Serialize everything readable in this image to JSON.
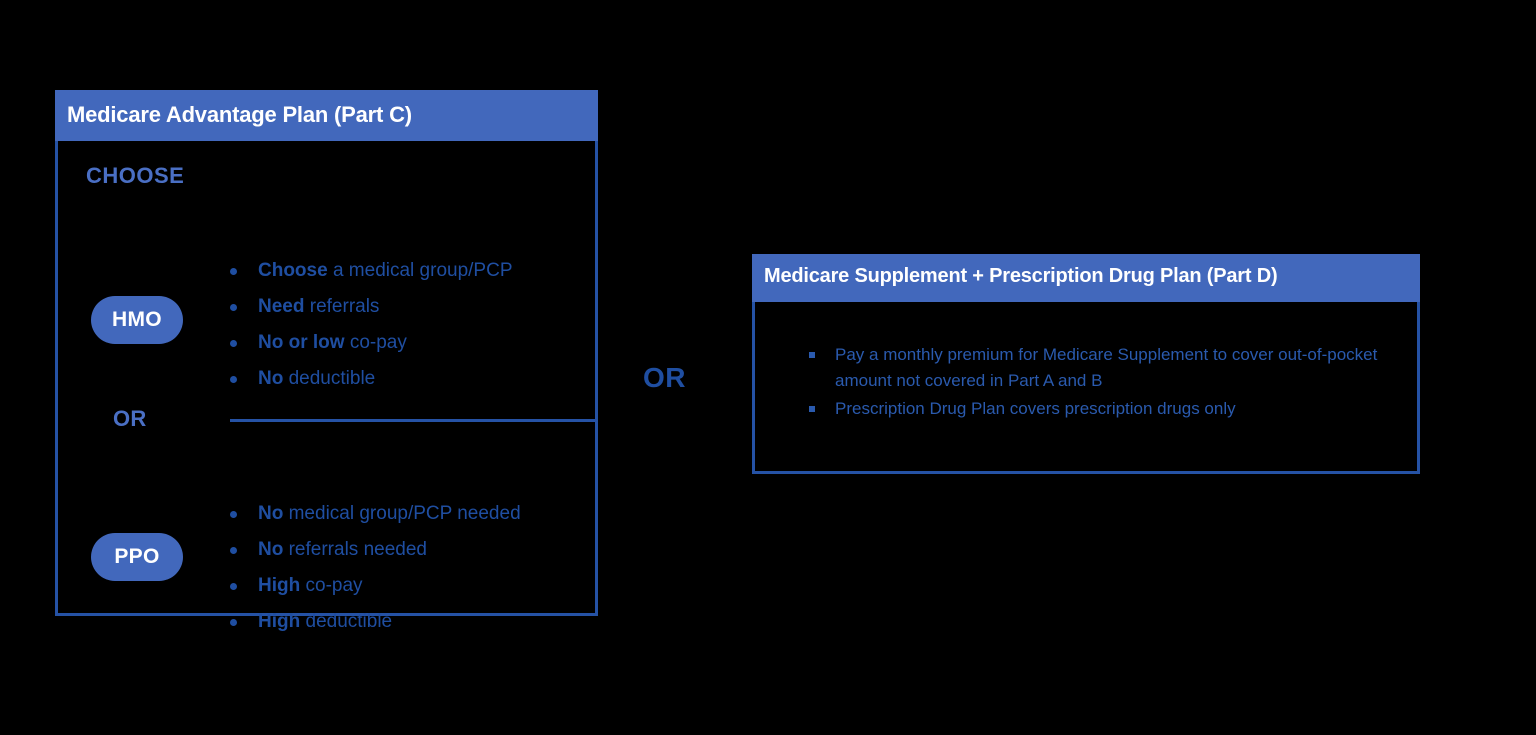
{
  "colors": {
    "background": "#000000",
    "header_fill": "#4268BC",
    "border": "#2552A5",
    "text_dark_blue": "#1F4EA1",
    "text_medium_blue": "#4A6FC4",
    "text_body_blue": "#2A5AAE",
    "pill_fill": "#4268BC",
    "pill_text": "#FFFFFF",
    "header_text": "#FFFFFF"
  },
  "left_card": {
    "title": "Medicare Advantage Plan (Part C)",
    "choose_label": "CHOOSE",
    "or_label": "OR",
    "options": [
      {
        "pill": "HMO",
        "bullets": [
          {
            "bold": "Choose",
            "rest": " a medical group/PCP"
          },
          {
            "bold": "Need",
            "rest": " referrals"
          },
          {
            "bold": "No or low",
            "rest": " co-pay"
          },
          {
            "bold": "No",
            "rest": " deductible"
          }
        ]
      },
      {
        "pill": "PPO",
        "bullets": [
          {
            "bold": "No",
            "rest": " medical group/PCP needed"
          },
          {
            "bold": "No",
            "rest": " referrals needed"
          },
          {
            "bold": "High",
            "rest": " co-pay"
          },
          {
            "bold": "High",
            "rest": " deductible"
          }
        ]
      }
    ]
  },
  "center": {
    "or_label": "OR"
  },
  "right_card": {
    "title": "Medicare Supplement + Prescription Drug Plan (Part D)",
    "bullets": [
      "Pay a monthly premium for Medicare Supplement to cover out-of-pocket amount not covered in Part A and B",
      "Prescription Drug Plan covers prescription drugs only"
    ]
  }
}
